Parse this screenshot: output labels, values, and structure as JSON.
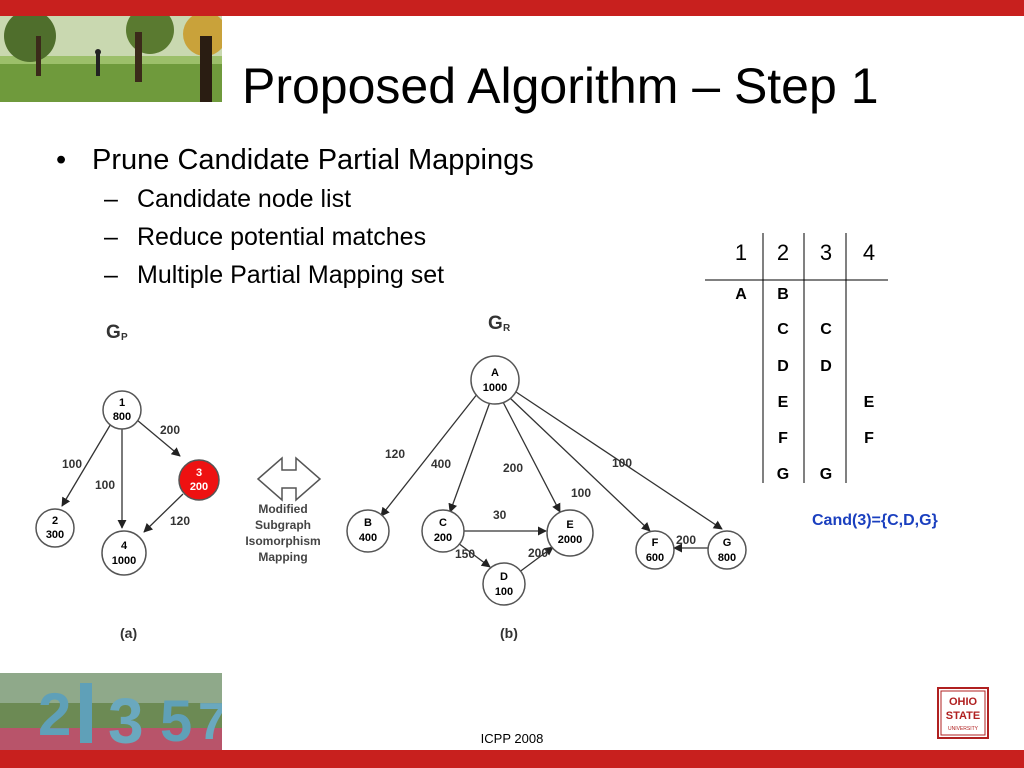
{
  "slide": {
    "title": "Proposed Algorithm – Step 1",
    "bullet": "Prune Candidate Partial Mappings",
    "bullet_marker": "•",
    "sub_marker": "–",
    "sub_items": [
      "Candidate node list",
      "Reduce potential matches",
      "Multiple Partial Mapping set"
    ],
    "footer": "ICPP 2008"
  },
  "table": {
    "headers": [
      "1",
      "2",
      "3",
      "4"
    ],
    "rows": [
      [
        "A",
        "B",
        "",
        ""
      ],
      [
        "",
        "C",
        "C",
        ""
      ],
      [
        "",
        "D",
        "D",
        ""
      ],
      [
        "",
        "E",
        "",
        "E"
      ],
      [
        "",
        "F",
        "",
        "F"
      ],
      [
        "",
        "G",
        "G",
        ""
      ]
    ],
    "cand_label": "Cand(3)={C,D,G}"
  },
  "graph_p": {
    "label": "G",
    "label_sub": "P",
    "caption": "(a)",
    "nodes": [
      {
        "id": "1",
        "weight": "800",
        "highlight": false
      },
      {
        "id": "2",
        "weight": "300",
        "highlight": false
      },
      {
        "id": "3",
        "weight": "200",
        "highlight": true
      },
      {
        "id": "4",
        "weight": "1000",
        "highlight": false
      }
    ],
    "edge_labels": [
      "200",
      "100",
      "100",
      "120"
    ]
  },
  "arrow_label": [
    "Modified",
    "Subgraph",
    "Isomorphism",
    "Mapping"
  ],
  "graph_r": {
    "label": "G",
    "label_sub": "R",
    "caption": "(b)",
    "nodes": [
      {
        "id": "A",
        "weight": "1000"
      },
      {
        "id": "B",
        "weight": "400"
      },
      {
        "id": "C",
        "weight": "200"
      },
      {
        "id": "D",
        "weight": "100"
      },
      {
        "id": "E",
        "weight": "2000"
      },
      {
        "id": "F",
        "weight": "600"
      },
      {
        "id": "G",
        "weight": "800"
      }
    ],
    "edge_labels": [
      "120",
      "400",
      "200",
      "100",
      "100",
      "30",
      "150",
      "200",
      "200"
    ]
  },
  "colors": {
    "accent": "#c8201e",
    "node_highlight": "#ee1111",
    "cand_text": "#1a3fbf"
  },
  "logo": {
    "text": "THE OHIO STATE UNIVERSITY"
  }
}
